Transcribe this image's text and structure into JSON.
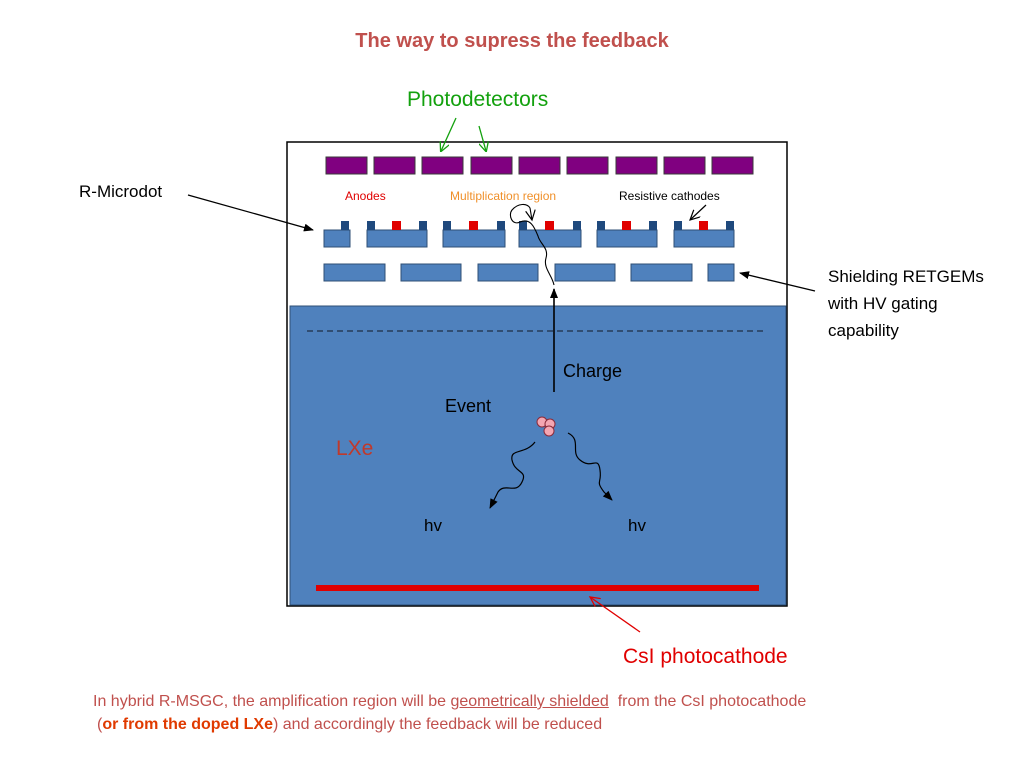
{
  "title": "The way to supress the feedback",
  "labels": {
    "photodetectors": "Photodetectors",
    "r_microdot": "R-Microdot",
    "anodes": "Anodes",
    "multiplication_region": "Multiplication region",
    "resistive_cathodes": "Resistive cathodes",
    "shielding": "Shielding RETGEMs with HV gating capability",
    "charge": "Charge",
    "event": "Event",
    "lxe": "LXe",
    "hv_left": "hv",
    "hv_right": "hv",
    "csi_photocathode": "CsI photocathode"
  },
  "footnote": {
    "part1": "In hybrid R-MSGC, the amplification region will be ",
    "underlined": "geometrically  shielded",
    "part2": "  from the CsI photocathode",
    "line2_open": "(",
    "bold": "or from the doped LXe",
    "line2_rest": ") and accordingly the feedback will be reduced"
  },
  "colors": {
    "title": "#c0504d",
    "photodetector_fill": "#800080",
    "electrode_blue": "#4f81bd",
    "lxe_fill": "#4f81bd",
    "anode_red": "#e00000",
    "csi_red": "#e00000",
    "photodetector_label": "#13a10e"
  }
}
